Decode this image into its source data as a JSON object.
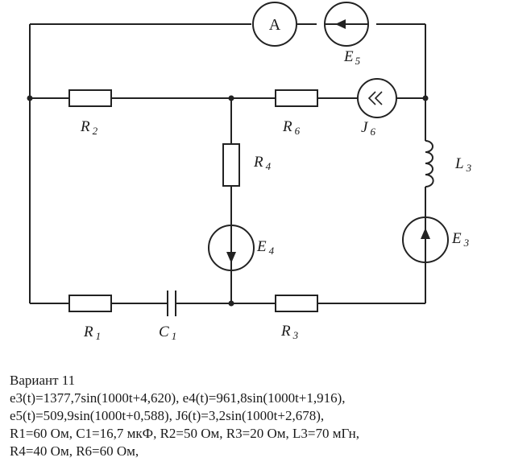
{
  "labels": {
    "ammeter": "A",
    "E5": "E",
    "E5_sub": "5",
    "R2": "R",
    "R2_sub": "2",
    "R6": "R",
    "R6_sub": "6",
    "J6": "J",
    "J6_sub": "6",
    "L3": "L",
    "L3_sub": "3",
    "R4": "R",
    "R4_sub": "4",
    "E4": "E",
    "E4_sub": "4",
    "E3": "E",
    "E3_sub": "3",
    "R1": "R",
    "R1_sub": "1",
    "C1": "C",
    "C1_sub": "1",
    "R3": "R",
    "R3_sub": "3"
  },
  "variant": {
    "title": "Вариант 11",
    "lines": [
      "e3(t)=1377,7sin(1000t+4,620), e4(t)=961,8sin(1000t+1,916),",
      "e5(t)=509,9sin(1000t+0,588), J6(t)=3,2sin(1000t+2,678),",
      "R1=60 Ом, C1=16,7 мкФ, R2=50 Ом, R3=20 Ом, L3=70 мГн,",
      "R4=40 Ом, R6=60 Ом,"
    ]
  }
}
